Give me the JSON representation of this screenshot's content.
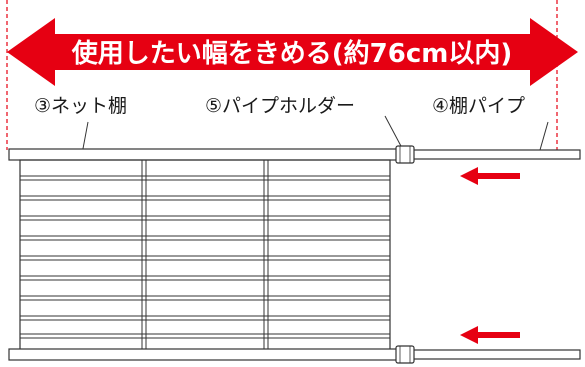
{
  "banner": {
    "text": "使用したい幅をきめる(約76cm以内)"
  },
  "labels": {
    "net_shelf": "③ネット棚",
    "pipe_holder": "⑤パイプホルダー",
    "shelf_pipe": "④棚パイプ"
  },
  "colors": {
    "accent_red": "#e60012",
    "line": "#333333",
    "dashed_guide": "#e60012",
    "text": "#1a1a1a"
  }
}
